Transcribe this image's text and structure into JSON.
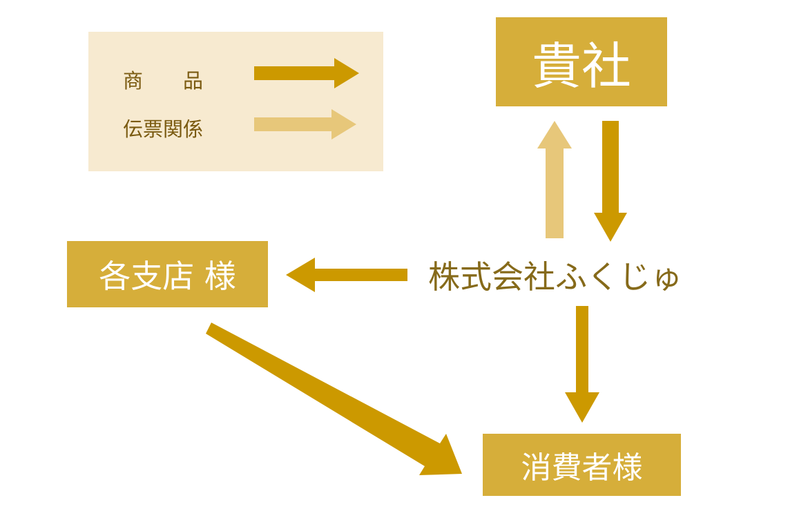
{
  "legend": {
    "goods_label": "商　　品",
    "slips_label": "伝票関係"
  },
  "nodes": {
    "your_company": "貴社",
    "branches": "各支店 様",
    "fukuju": "株式会社ふくじゅ",
    "consumers": "消費者様"
  },
  "colors": {
    "goods_arrow": "#cc9900",
    "slips_arrow": "#e7c77a",
    "node_fill": "#d6ae3a",
    "legend_fill": "#f7ead0",
    "node_text": "#ffffff",
    "label_text": "#866a1a"
  }
}
